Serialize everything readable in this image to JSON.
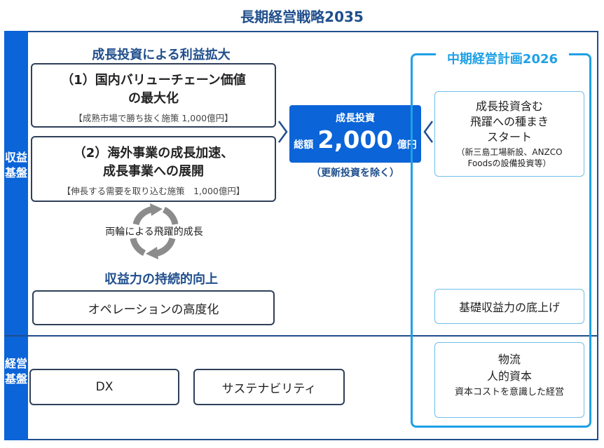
{
  "title": "長期経営戦略2035",
  "sidebar": {
    "top_label": "収益基盤",
    "bottom_label": "経営基盤"
  },
  "growth": {
    "heading": "成長投資による利益拡大",
    "box1": {
      "line1": "（1）国内バリューチェーン価値",
      "line2": "の最大化",
      "sub": "【成熟市場で勝ち抜く施策 1,000億円】"
    },
    "box2": {
      "line1": "（2）海外事業の成長加速、",
      "line2": "成長事業への展開",
      "sub": "【伸長する需要を取り込む施策　1,000億円】"
    },
    "cycle_label": "両輪による飛躍的成長"
  },
  "investment": {
    "label": "成長投資",
    "prefix": "総額",
    "amount": "2,000",
    "unit": "億円",
    "note": "（更新投資を除く）"
  },
  "profitability": {
    "heading": "収益力の持続的向上",
    "box": "オペレーションの高度化"
  },
  "foundation": {
    "dx": "DX",
    "sustainability": "サステナビリティ"
  },
  "midterm": {
    "title": "中期経営計画2026",
    "box1": {
      "line1": "成長投資含む",
      "line2": "飛躍への種まき",
      "line3": "スタート",
      "sub1": "（新三島工場新設、ANZCO",
      "sub2": "Foodsの設備投資等）"
    },
    "box2": "基礎収益力の底上げ",
    "box3": {
      "line1": "物流",
      "line2": "人的資本",
      "line3": "資本コストを意識した経営"
    }
  },
  "colors": {
    "navy": "#1f4e8c",
    "blue": "#0b64d8",
    "light_blue": "#1ea0e6",
    "gray_arrow": "#8c8c8c"
  }
}
